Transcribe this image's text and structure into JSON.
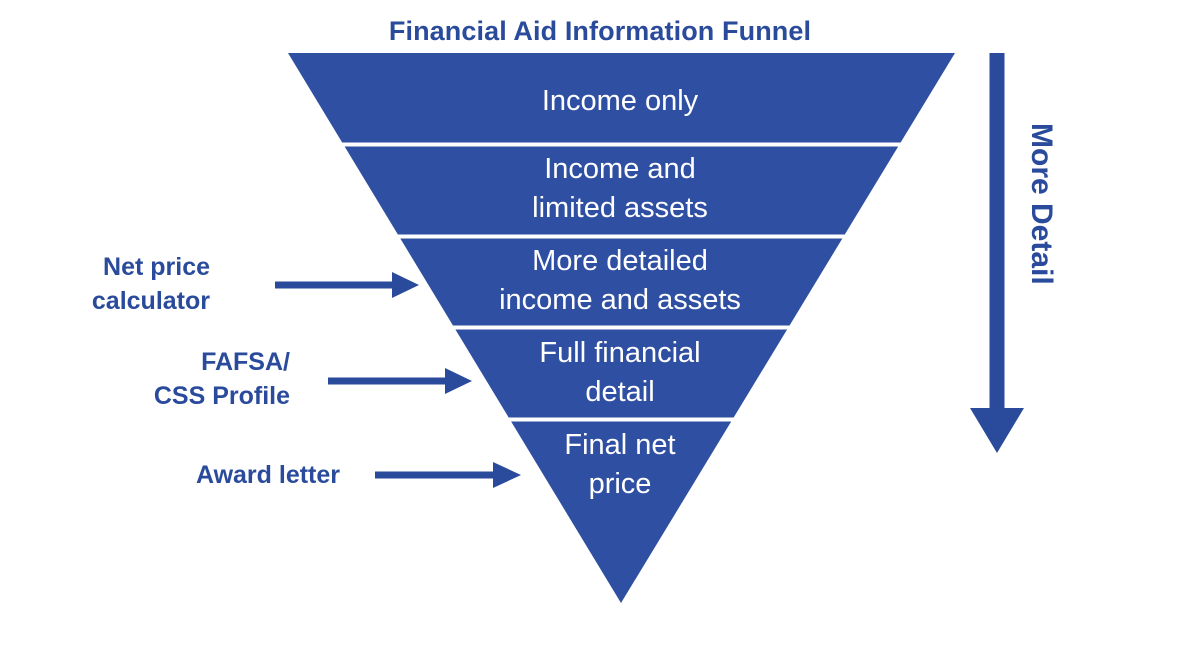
{
  "diagram": {
    "title": "Financial Aid Information Funnel",
    "type": "funnel",
    "colors": {
      "funnel_fill": "#2F4FA2",
      "text_blue": "#2A4B9B",
      "band_text": "#FFFFFF",
      "background": "#FFFFFF",
      "divider": "#FFFFFF"
    },
    "bands": [
      {
        "label": "Income only"
      },
      {
        "label": "Income and\nlimited assets"
      },
      {
        "label": "More detailed\nincome and assets"
      },
      {
        "label": "Full financial\ndetail"
      },
      {
        "label": "Final net\nprice"
      }
    ],
    "callouts": [
      {
        "label": "Net price\ncalculator",
        "points_to_band": 3
      },
      {
        "label": "FAFSA/\nCSS Profile",
        "points_to_band": 4
      },
      {
        "label": "Award letter",
        "points_to_band": 5
      }
    ],
    "axis_annotation": {
      "label": "More Detail",
      "direction": "down"
    }
  }
}
